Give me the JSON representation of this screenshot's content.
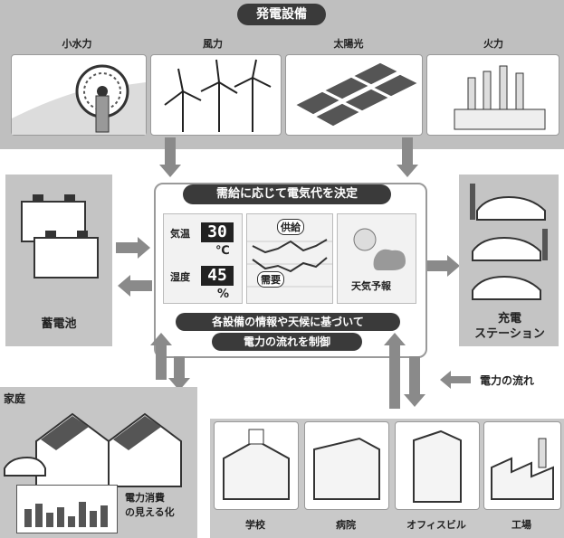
{
  "generation": {
    "title": "発電設備",
    "sources": [
      {
        "label": "小水力",
        "icon": "water-wheel-icon"
      },
      {
        "label": "風力",
        "icon": "wind-turbine-icon"
      },
      {
        "label": "太陽光",
        "icon": "solar-panel-icon"
      },
      {
        "label": "火力",
        "icon": "power-plant-icon"
      }
    ]
  },
  "storage": {
    "label": "蓄電池"
  },
  "charging": {
    "label_line1": "充電",
    "label_line2": "ステーション"
  },
  "control": {
    "title": "需給に応じて電気代を決定",
    "footer_line1": "各設備の情報や天候に基づいて",
    "footer_line2": "電力の流れを制御",
    "temperature": {
      "label": "気温",
      "value": "30",
      "unit": "℃"
    },
    "humidity": {
      "label": "湿度",
      "value": "45",
      "unit": "%"
    },
    "supply_label": "供給",
    "demand_label": "需要",
    "forecast_label": "天気予報"
  },
  "home": {
    "label": "家庭",
    "monitor_label_line1": "電力消費",
    "monitor_label_line2": "の見える化"
  },
  "legend": {
    "label": "電力の流れ"
  },
  "consumers": [
    {
      "label": "学校",
      "icon": "school-icon"
    },
    {
      "label": "病院",
      "icon": "hospital-icon"
    },
    {
      "label": "オフィスビル",
      "icon": "office-building-icon"
    },
    {
      "label": "工場",
      "icon": "factory-icon"
    }
  ],
  "colors": {
    "dark": "#3a3a3a",
    "band": "#bfbfbf",
    "arrow": "#8a8a8a"
  }
}
